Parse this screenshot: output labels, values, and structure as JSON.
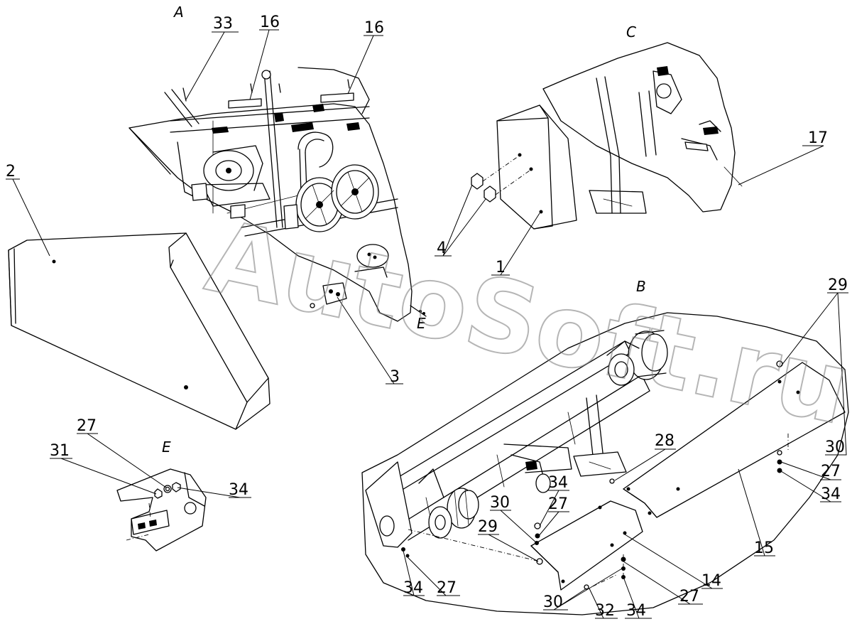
{
  "view_labels": {
    "a": "A",
    "b": "B",
    "c": "C",
    "e": "E",
    "e_small": "E"
  },
  "callouts": {
    "c33": "33",
    "c16a": "16",
    "c16b": "16",
    "c2": "2",
    "c3": "3",
    "c17": "17",
    "c4": "4",
    "c1": "1",
    "c29a": "29",
    "c30a": "30",
    "c27a": "27",
    "c34a": "34",
    "c28": "28",
    "c15": "15",
    "c34b": "34",
    "c27b": "27",
    "c30b": "30",
    "c29b": "29",
    "c34c": "34",
    "c27c": "27",
    "c14": "14",
    "c30c": "30",
    "c32": "32",
    "c34d": "34",
    "c27d": "27",
    "c27e": "27",
    "c31": "31",
    "c34e": "34"
  },
  "watermark": "AutoSoft.ru"
}
